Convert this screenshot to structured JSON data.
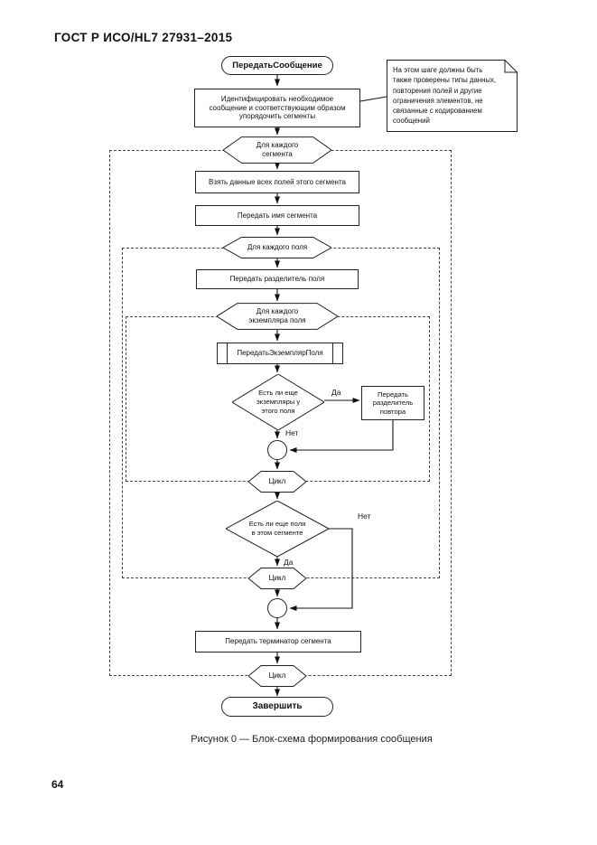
{
  "page": {
    "header": "ГОСТ Р ИСО/HL7 27931–2015",
    "page_number": "64",
    "caption": "Рисунок 0 — Блок-схема формирования сообщения"
  },
  "flowchart": {
    "start": "ПередатьСообщение",
    "note": "На этом шаге должны быть\nтакже проверены типы данных,\nповторения полей и другие\nограничения элементов, не\nсвязанные с кодированием\nсообщений",
    "identify_message": "Идентифицировать необходимое\nсообщение и соответствующим образом\nупорядочить сегменты",
    "loop_each_segment": "Для каждого\nсегмента",
    "get_field_data": "Взять данные всех полей этого сегмента",
    "send_segment_name": "Передать имя сегмента",
    "loop_each_field": "Для каждого поля",
    "send_field_separator": "Передать разделитель поля",
    "loop_each_instance": "Для каждого\nэкземпляра поля",
    "send_field_instance": "ПередатьЭкземплярПоля",
    "decision_more_instances": "Есть ли еще\nэкземпляры у\nэтого поля",
    "send_repeat_separator": "Передать\nразделитель\nповтора",
    "label_yes_instances": "Да",
    "label_no_instances": "Нет",
    "loop_end_instance": "Цикл",
    "decision_more_fields": "Есть ли еще поля\nв этом сегменте",
    "label_no_fields": "Нет",
    "label_yes_fields": "Да",
    "loop_end_field": "Цикл",
    "send_segment_terminator": "Передать терминатор сегмента",
    "loop_end_segment": "Цикл",
    "end": "Завершить"
  }
}
